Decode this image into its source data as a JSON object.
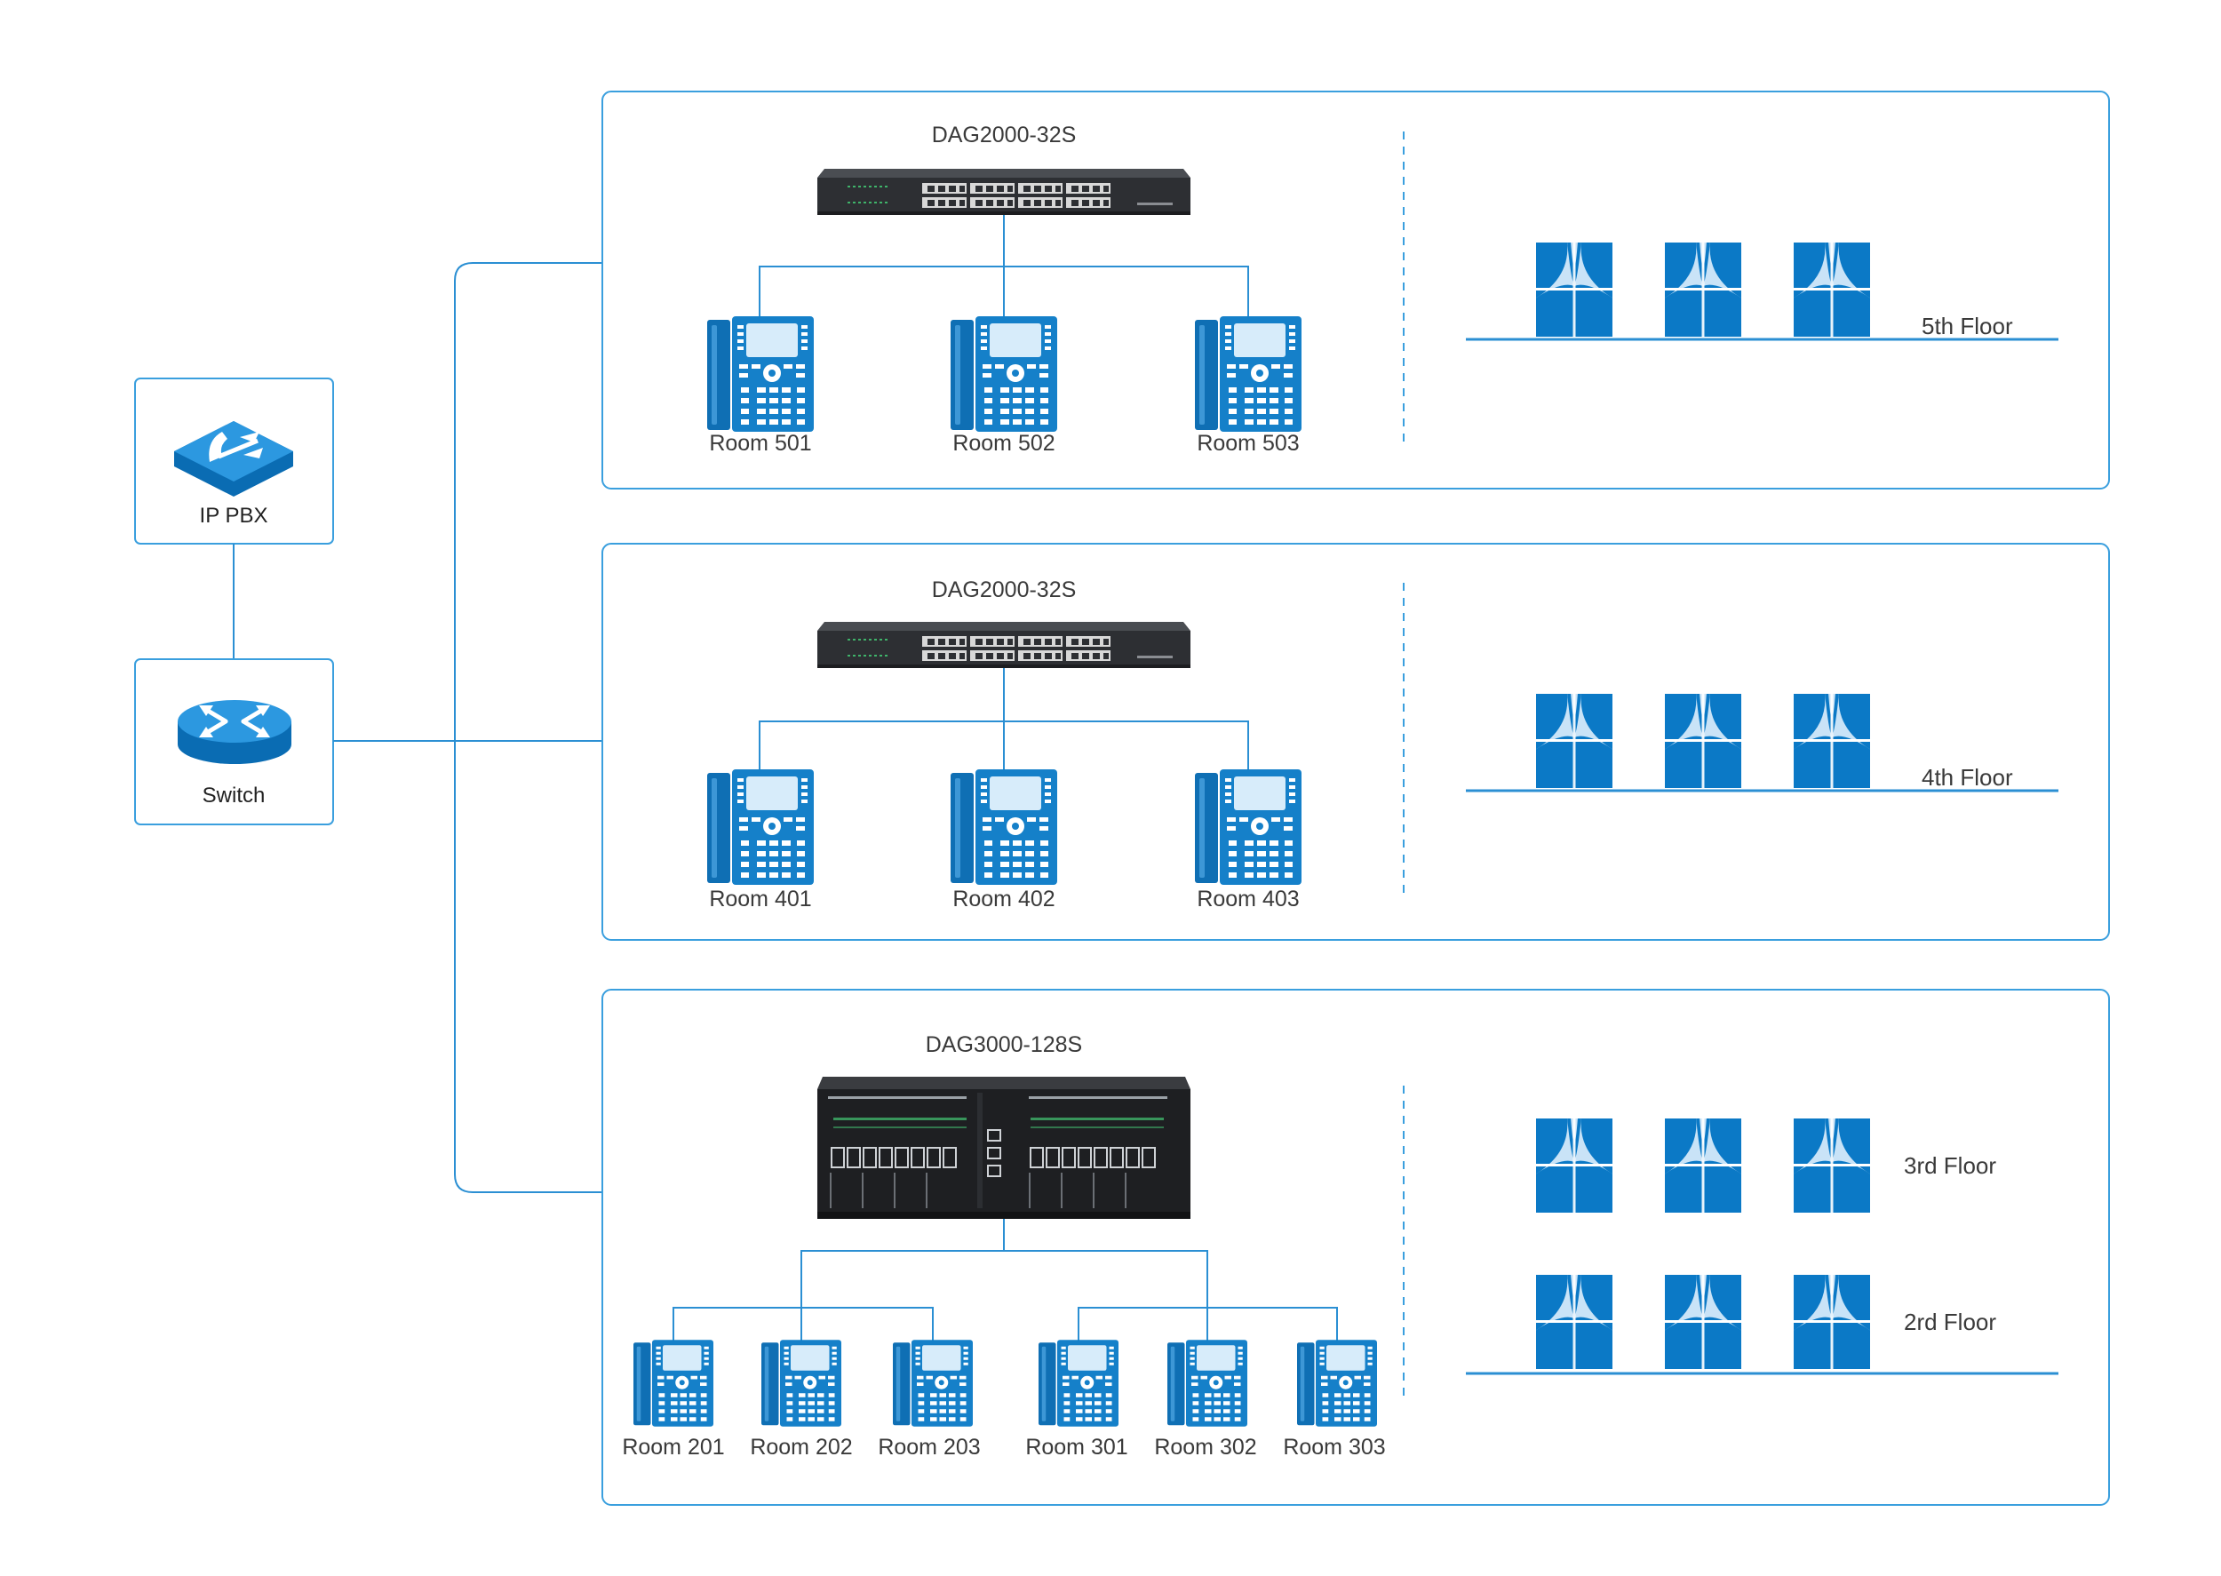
{
  "colors": {
    "accent": "#1a8fd6",
    "panel_border": "#3a9fde",
    "line": "#2b8fd3",
    "phone_dark": "#0f6fb4",
    "phone_light": "#d7ecfa",
    "window_dark": "#0b79c6",
    "window_light": "#c9e3f7",
    "device_dark": "#2d2f33",
    "text": "#3a3a3a"
  },
  "nodes": {
    "ip_pbx": {
      "label": "IP PBX",
      "icon": "ip-pbx-icon"
    },
    "switch": {
      "label": "Switch",
      "icon": "switch-icon"
    }
  },
  "panels": [
    {
      "device_model": "DAG2000-32S",
      "device_icon": "gateway-1u-icon",
      "rooms": [
        "Room 501",
        "Room 502",
        "Room 503"
      ],
      "floors": [
        "5th Floor"
      ]
    },
    {
      "device_model": "DAG2000-32S",
      "device_icon": "gateway-1u-icon",
      "rooms": [
        "Room 401",
        "Room 402",
        "Room 403"
      ],
      "floors": [
        "4th Floor"
      ]
    },
    {
      "device_model": "DAG3000-128S",
      "device_icon": "gateway-chassis-icon",
      "rooms": [
        "Room 201",
        "Room 202",
        "Room 203",
        "Room 301",
        "Room 302",
        "Room 303"
      ],
      "floors": [
        "3rd Floor",
        "2rd Floor"
      ]
    }
  ]
}
